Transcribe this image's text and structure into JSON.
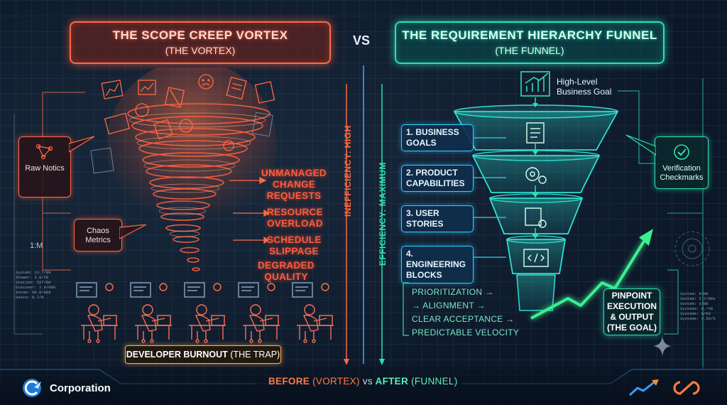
{
  "left_panel": {
    "title": "THE SCOPE CREEP VORTEX",
    "subtitle": "(THE VORTEX)",
    "vortex_labels": [
      "UNMANAGED CHANGE REQUESTS",
      "RESOURCE OVERLOAD",
      "SCHEDULE SLIPPAGE",
      "DEGRADED QUALITY"
    ],
    "callouts": {
      "raw_notics": "Raw Notics",
      "chaos_metrics": "Chaos Metrics"
    },
    "side_note": "1:M",
    "efficiency": "INEFFICIENCY: HIGH",
    "burnout_main": "DEVELOPER BURNOUT",
    "burnout_paren": "(THE TRAP)"
  },
  "vs_label": "VS",
  "right_panel": {
    "title": "THE REQUIREMENT HIERARCHY FUNNEL",
    "subtitle": "(THE FUNNEL)",
    "top_goal": "High-Level Business Goal",
    "levels": [
      "1. BUSINESS GOALS",
      "2. PRODUCT CAPABILITIES",
      "3. USER STORIES",
      "4. ENGINEERING BLOCKS"
    ],
    "flow": [
      "PRIORITIZATION →",
      "→ ALIGNMENT →",
      "CLEAR ACCEPTANCE →",
      "PREDICTABLE VELOCITY"
    ],
    "efficiency": "EFFICIENCY: MAXIMUM",
    "verification": "Verification Checkmarks",
    "goal_box": "PINPOINT EXECUTION & OUTPUT (THE GOAL)"
  },
  "footer": {
    "brand": "Corporation",
    "before_word": "BEFORE",
    "before_paren": "(VORTEX)",
    "vs_word": "vs",
    "after_word": "AFTER",
    "after_paren": "(FUNNEL)"
  },
  "colors": {
    "vortex": "#ff5a3a",
    "funnel": "#2fe0b0",
    "funnel_box": "#2fd0ff",
    "background": "#0c1828"
  }
}
